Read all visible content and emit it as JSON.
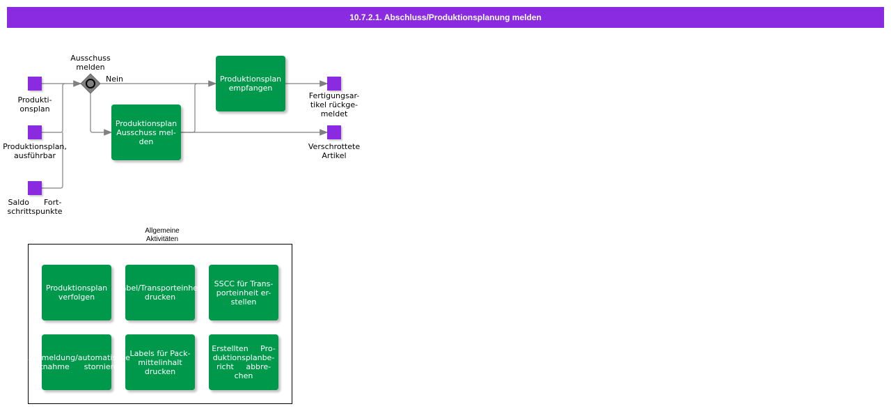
{
  "header": {
    "title": "10.7.2.1. Abschluss/Produktionsplanung melden",
    "color": "#8a2be2"
  },
  "colors": {
    "task": "#00994c",
    "data": "#8a2be2",
    "connector": "#808080",
    "gateway": "#808080"
  },
  "inputs": [
    {
      "lines": [
        "Produkti-",
        "onsplan"
      ]
    },
    {
      "lines": [
        "Produktionsplan,",
        "ausführbar"
      ]
    },
    {
      "lines": [
        "Saldo      Fort-",
        "schrittspunkte"
      ]
    }
  ],
  "gateway": {
    "lines": [
      "Ausschuss",
      "melden"
    ],
    "branch_label": "Nein"
  },
  "tasks": [
    {
      "lines": [
        "Produktionsplan",
        "empfangen"
      ]
    },
    {
      "lines": [
        "Produktionsplan",
        "Ausschuss mel-",
        "den"
      ]
    }
  ],
  "outputs": [
    {
      "lines": [
        "Fertigungsar-",
        "tikel rückge-",
        "meldet"
      ]
    },
    {
      "lines": [
        "Verschrottete",
        "Artikel"
      ]
    }
  ],
  "group": {
    "title_lines": [
      "Allgemeine",
      "Aktivitäten"
    ],
    "tasks": [
      {
        "lines": [
          "Produktionsplan",
          "verfolgen"
        ]
      },
      {
        "lines": [
          "Label/Transporteinheit",
          "drucken"
        ]
      },
      {
        "lines": [
          "SSCC für Trans-",
          "porteinheit er-",
          "stellen"
        ]
      },
      {
        "lines": [
          "Rückmeldung/automatische",
          "Entnahme      stornieren"
        ]
      },
      {
        "lines": [
          "Labels für Pack-",
          "mittelinhalt",
          "drucken"
        ]
      },
      {
        "lines": [
          "Erstellten     Pro-",
          "duktionsplanbe-",
          "richt     abbre-",
          "chen"
        ]
      }
    ]
  }
}
